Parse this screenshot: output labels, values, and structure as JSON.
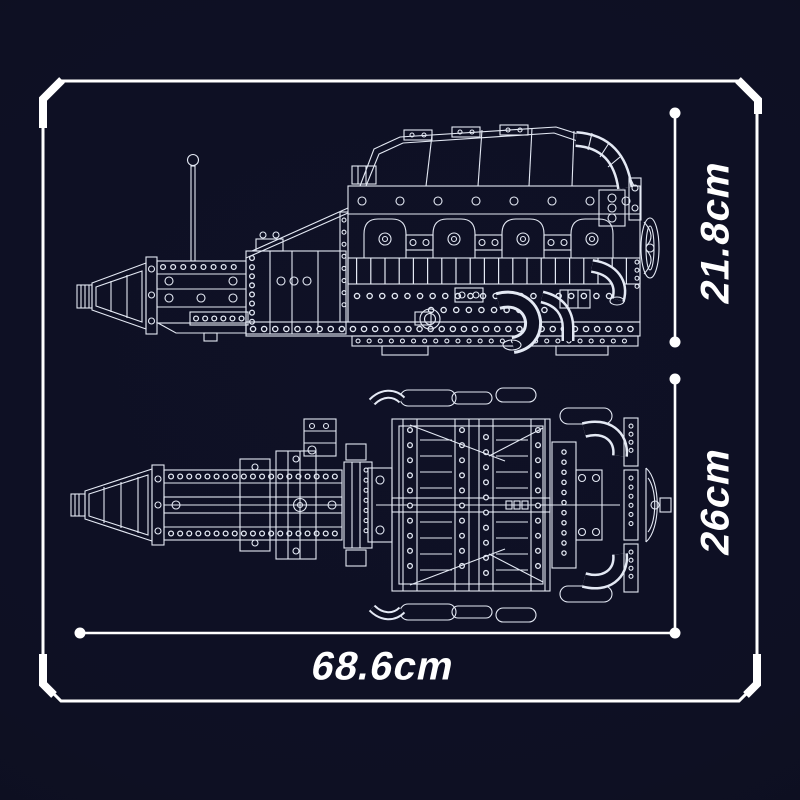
{
  "blueprint": {
    "background_color": "#0e1023",
    "line_color": "#e4e9f4",
    "frame_color": "#ffffff"
  },
  "dimension_labels": {
    "side_view_height": "21.8cm",
    "top_view_width": "26cm",
    "overall_length": "68.6cm"
  },
  "views": {
    "side_view_icon": "engine-gearbox-side-view-blueprint",
    "top_view_icon": "engine-gearbox-top-view-blueprint"
  }
}
